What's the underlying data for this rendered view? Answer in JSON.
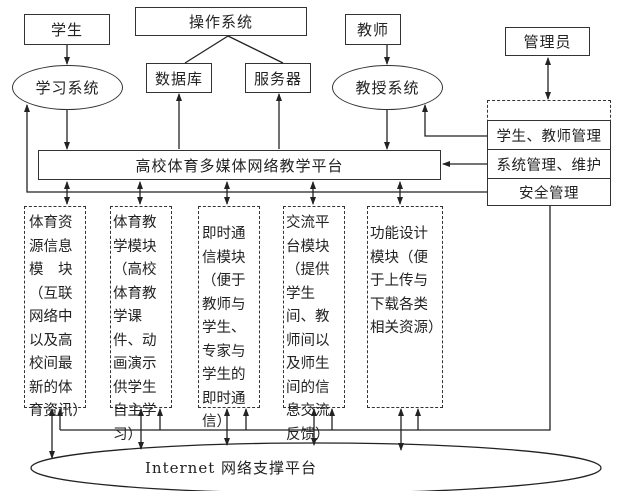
{
  "nodes": {
    "student": "学生",
    "os": "操作系统",
    "database": "数据库",
    "server": "服务器",
    "teacher": "教师",
    "admin": "管理员",
    "learning_system": "学习系统",
    "teaching_system": "教授系统",
    "platform": "高校体育多媒体网络教学平台",
    "internet": "Internet 网络支撑平台"
  },
  "admin_functions": [
    "学生、教师管理",
    "系统管理、维护",
    "安全管理"
  ],
  "modules": [
    {
      "text": "体育资源信息模　块（互联网络中以及高校间最新的体育资讯）"
    },
    {
      "text": "体育教学模块（高校体育教学课件、动画演示供学生自主学习）"
    },
    {
      "text": "即时通信模块（便于教师与学生、专家与学生的即时通信）"
    },
    {
      "text": "交流平台模块（提供学生间、教师间以及师生间的信息交流反馈）"
    },
    {
      "text": "功能设计模块（便于上传与下载各类相关资源）"
    }
  ]
}
